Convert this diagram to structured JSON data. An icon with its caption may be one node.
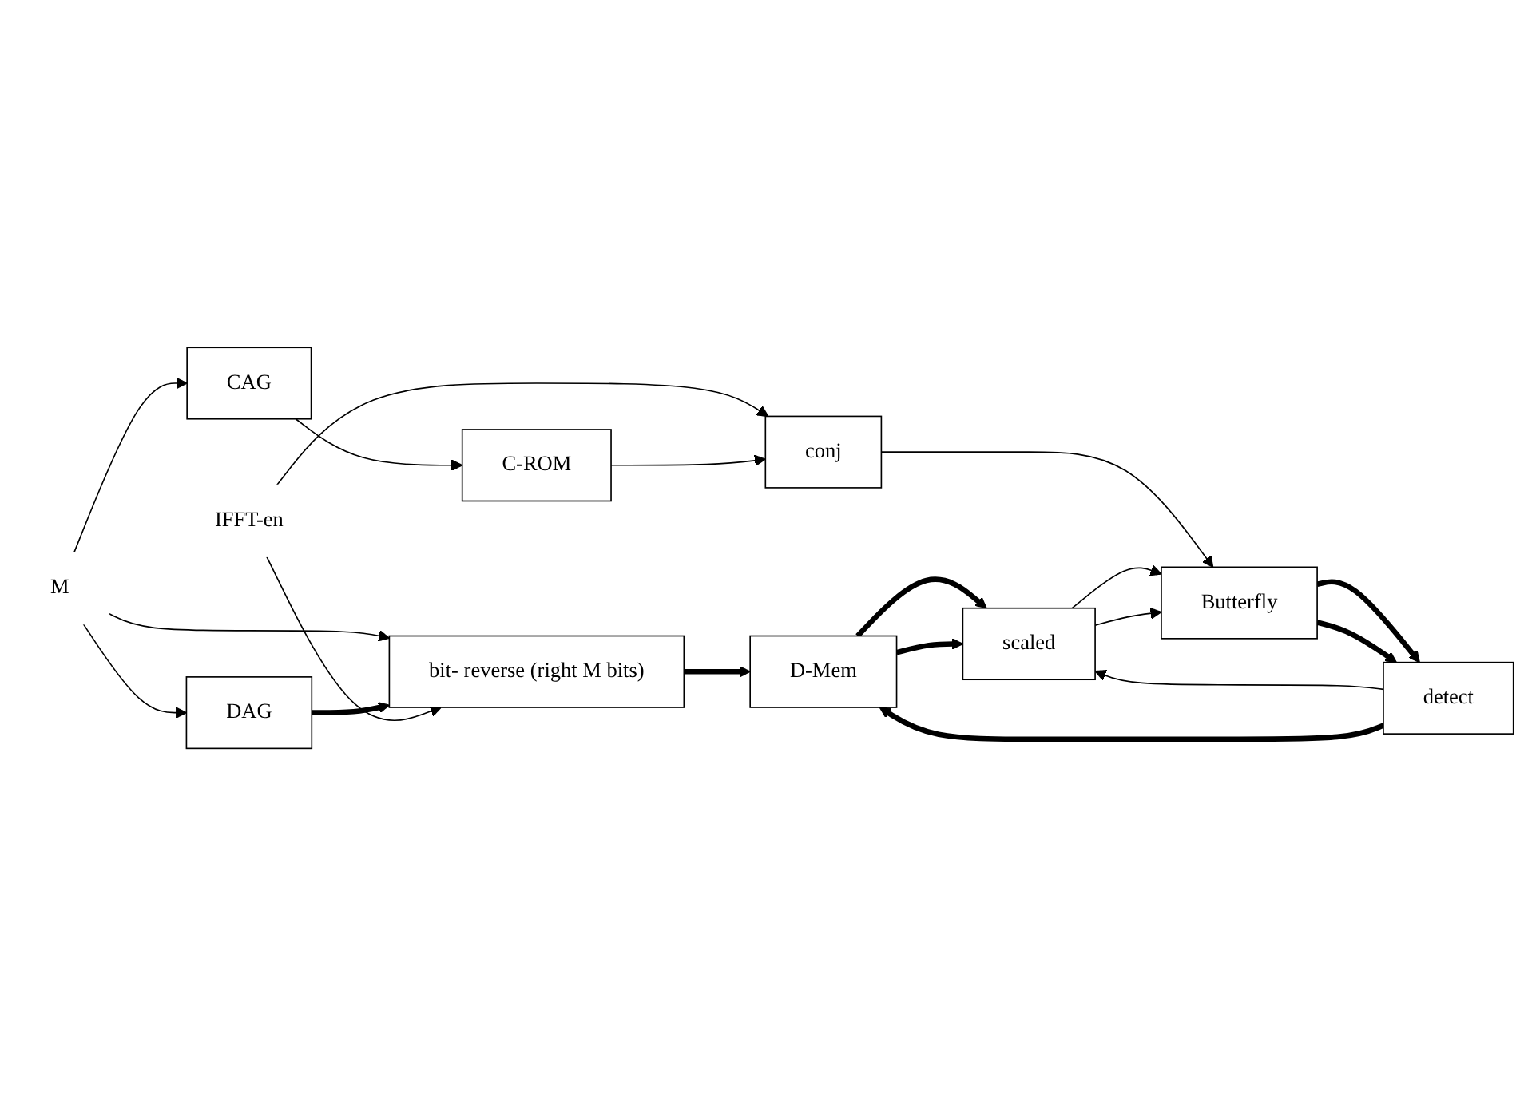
{
  "diagram": {
    "nodes": [
      {
        "text": [
          "M"
        ]
      },
      {
        "text": [
          "DAG"
        ]
      },
      {
        "text": [
          "CAG"
        ]
      },
      {
        "text": [
          "D-Mem"
        ]
      },
      {
        "text": [
          "C-ROM"
        ]
      },
      {
        "text": [
          "IFFT-en"
        ]
      },
      {
        "text": [
          "bit- reverse (right M bits)"
        ]
      },
      {
        "text": [
          "conj"
        ]
      },
      {
        "text": [
          "scaled"
        ]
      },
      {
        "text": [
          "Butterfly"
        ]
      },
      {
        "text": [
          "detect"
        ]
      }
    ],
    "edges": [
      {
        "from": 0,
        "to": 1,
        "arrow": "to"
      },
      {
        "from": 0,
        "to": 2,
        "arrow": "to"
      },
      {
        "from": 0,
        "to": 6,
        "arrow": "to"
      },
      {
        "from": 1,
        "to": 6,
        "arrow": "to",
        "style": "thick"
      },
      {
        "from": 5,
        "to": 6,
        "arrow": "to"
      },
      {
        "from": 5,
        "to": 7,
        "arrow": "to"
      },
      {
        "from": 6,
        "to": 3,
        "arrow": "to",
        "style": "thick"
      },
      {
        "from": 2,
        "to": 4,
        "arrow": "to"
      },
      {
        "from": 4,
        "to": 7,
        "arrow": "to"
      },
      {
        "from": 3,
        "to": 8,
        "arrow": "to",
        "style": "thick"
      },
      {
        "from": 3,
        "to": 8,
        "arrow": "to",
        "style": "thick"
      },
      {
        "from": 7,
        "to": 9,
        "arrow": "to"
      },
      {
        "from": 8,
        "to": 9,
        "arrow": "to"
      },
      {
        "from": 8,
        "to": 9,
        "arrow": "to"
      },
      {
        "from": 9,
        "to": 10,
        "arrow": "to",
        "style": "thick"
      },
      {
        "from": 9,
        "to": 10,
        "arrow": "to",
        "style": "thick"
      },
      {
        "from": 10,
        "to": 8,
        "arrow": "to"
      },
      {
        "from": 10,
        "to": 3,
        "arrow": "to",
        "style": "thick"
      }
    ]
  }
}
